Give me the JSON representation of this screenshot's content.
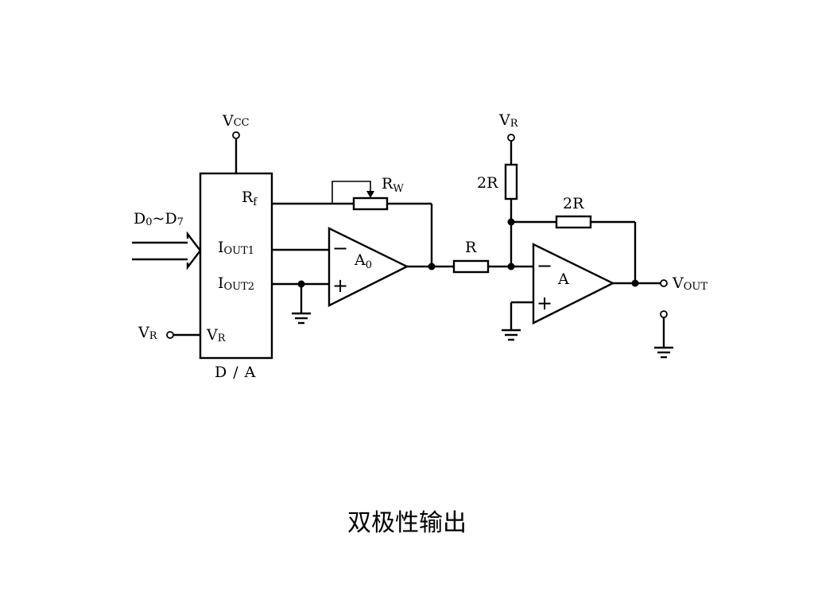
{
  "dac": {
    "block_label_main": "D",
    "block_label_sep": "/",
    "block_label_tail": "A",
    "pins": {
      "rf": {
        "main": "R",
        "sub": "f"
      },
      "iout1": {
        "main": "I",
        "sub": "OUT1"
      },
      "iout2": {
        "main": "I",
        "sub": "OUT2"
      },
      "vr": {
        "main": "V",
        "sub": "R"
      }
    }
  },
  "supply": {
    "vcc": {
      "main": "V",
      "sub": "CC"
    },
    "vr_top": {
      "main": "V",
      "sub": "R"
    },
    "vr_left": {
      "main": "V",
      "sub": "R"
    }
  },
  "bus": {
    "d0": {
      "main": "D",
      "sub": "0"
    },
    "tilde": "~",
    "d7": {
      "main": "D",
      "sub": "7"
    }
  },
  "opamps": {
    "a0": {
      "main": "A",
      "sub": "0",
      "minus": "−",
      "plus": "+"
    },
    "a": {
      "main": "A",
      "minus": "−",
      "plus": "+"
    }
  },
  "resistors": {
    "rw": {
      "main": "R",
      "sub": "W"
    },
    "r": "R",
    "r_2r_top": "2R",
    "r_2r_feedback": "2R"
  },
  "output": {
    "main": "V",
    "sub": "OUT"
  },
  "caption": "双极性输出"
}
